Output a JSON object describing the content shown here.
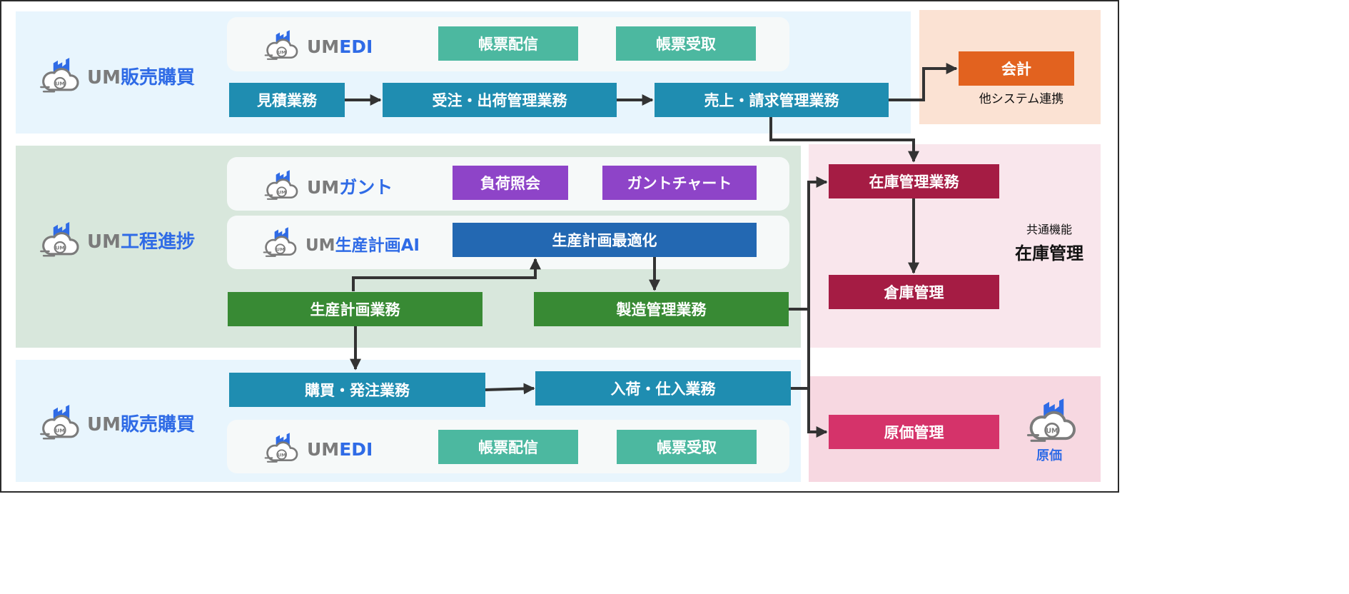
{
  "colors": {
    "sales_zone": "#e8f5fd",
    "production_zone": "#d8e7dc",
    "inventory_zone": "#f9e6ec",
    "cost_zone": "#f7d8e1",
    "accounting_zone": "#fbe2d3",
    "connector": "#333333",
    "logo_accent": "#2f6be6",
    "logo_gray": "#7b7b7b"
  },
  "icons": {
    "product_logo": "factory-cloud-icon"
  },
  "sales_top": {
    "product": {
      "um": "UM",
      "name": "販売購買"
    },
    "edi": {
      "um": "UM",
      "name": "EDI",
      "delivery": "帳票配信",
      "receipt": "帳票受取"
    },
    "flow": {
      "estimate": "見積業務",
      "order": "受注・出荷管理業務",
      "sales": "売上・請求管理業務"
    }
  },
  "accounting": {
    "box": "会計",
    "caption": "他システム連携"
  },
  "production": {
    "product": {
      "um": "UM",
      "name": "工程進捗"
    },
    "gantt": {
      "um": "UM",
      "name": "ガント",
      "load": "負荷照会",
      "chart": "ガントチャート"
    },
    "ai": {
      "um": "UM",
      "name": "生産計画AI",
      "optimize": "生産計画最適化"
    },
    "planning": "生産計画業務",
    "manufacturing": "製造管理業務"
  },
  "purchasing": {
    "product": {
      "um": "UM",
      "name": "販売購買"
    },
    "order": "購買・発注業務",
    "arrival": "入荷・仕入業務",
    "edi": {
      "um": "UM",
      "name": "EDI",
      "delivery": "帳票配信",
      "receipt": "帳票受取"
    }
  },
  "inventory": {
    "stock": "在庫管理業務",
    "warehouse": "倉庫管理",
    "common_label": "共通機能",
    "common_title": "在庫管理"
  },
  "cost": {
    "box": "原価管理",
    "logo_label": "原価"
  }
}
